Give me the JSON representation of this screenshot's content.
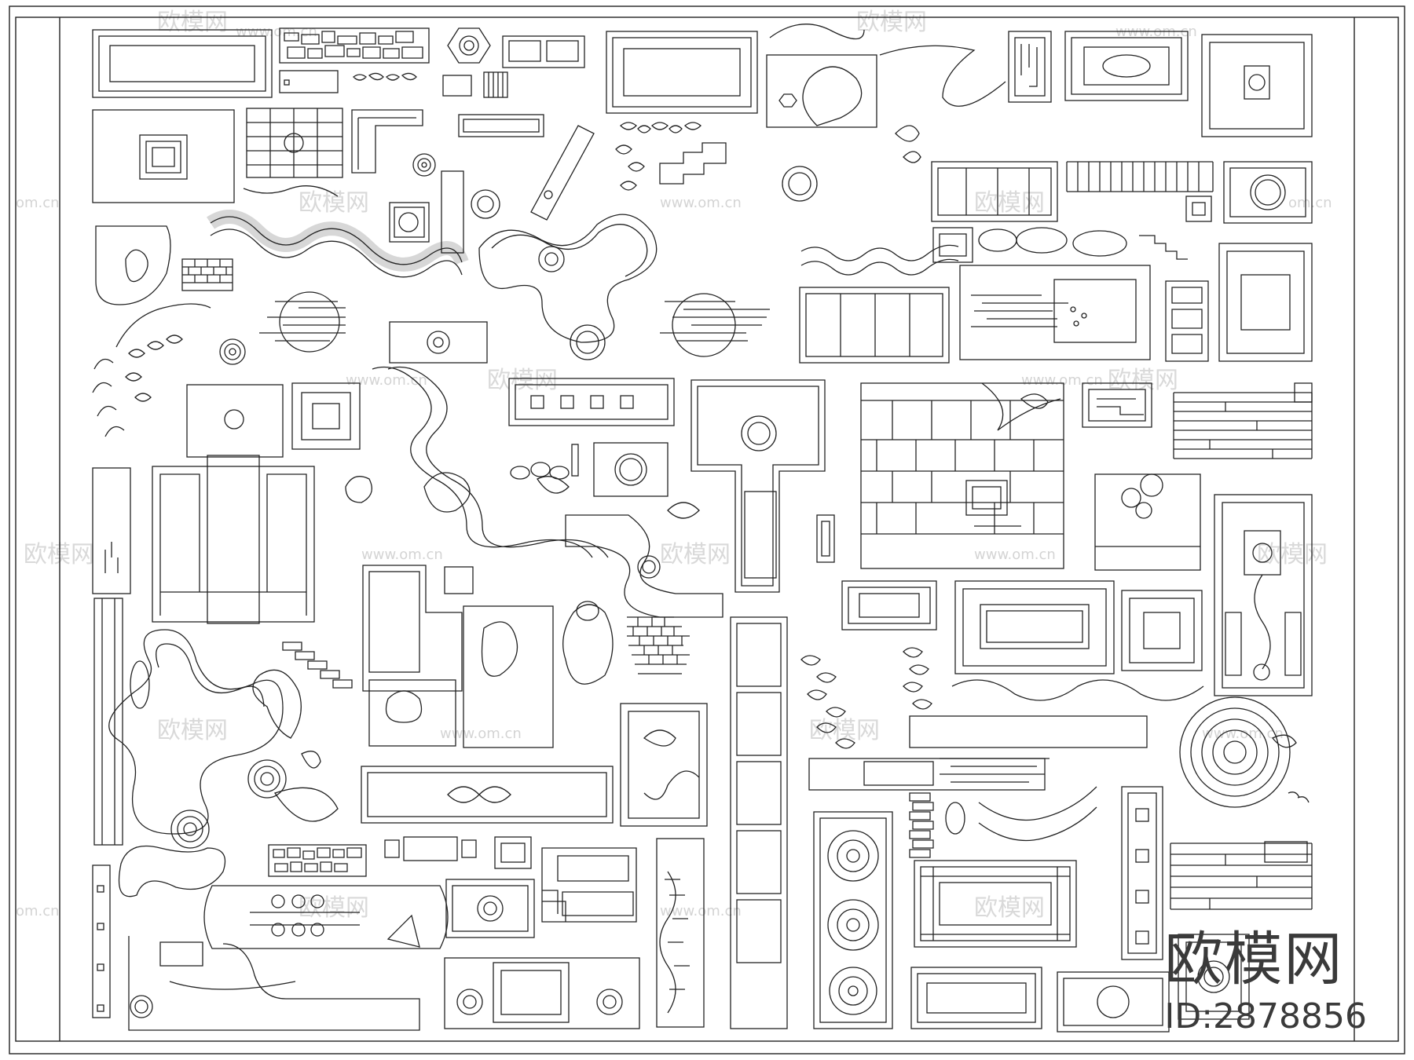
{
  "watermark": {
    "brand": "欧模网",
    "site": "www.om.cn",
    "site_short": "om.cn"
  },
  "brand_block": {
    "name": "欧模网",
    "id": "ID:2878856"
  },
  "colors": {
    "line": "#222222",
    "watermark": "#d9d9d9",
    "brand": "#3a3a3a"
  }
}
